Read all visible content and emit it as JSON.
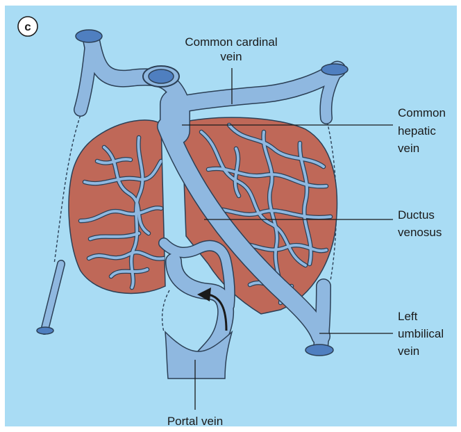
{
  "figure": {
    "panel_letter": "c",
    "labels": {
      "common_cardinal_vein": [
        "Common cardinal",
        "vein"
      ],
      "common_hepatic_vein": [
        "Common",
        "hepatic",
        "vein"
      ],
      "ductus_venosus": [
        "Ductus",
        "venosus"
      ],
      "left_umbilical_vein": [
        "Left",
        "umbilical",
        "vein"
      ],
      "portal_vein": [
        "Portal vein"
      ]
    },
    "colors": {
      "background": "#a9dcf4",
      "vein_fill": "#8fb8e0",
      "vein_stroke": "#2b3f55",
      "liver_fill": "#bf6858"
    }
  }
}
